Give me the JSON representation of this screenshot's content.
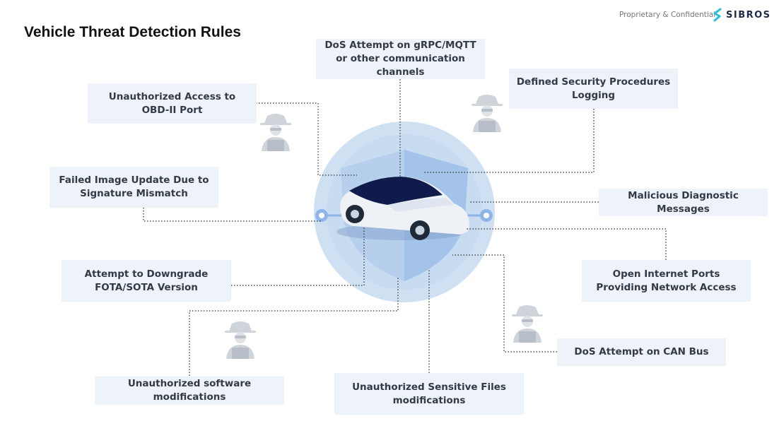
{
  "header": {
    "title": "Vehicle Threat Detection Rules",
    "confidential": "Proprietary & Confidential",
    "brand": "SIBROS"
  },
  "rules": [
    {
      "id": "dos-grpc-mqtt",
      "label": "DoS Attempt on gRPC/MQTT or other communication channels"
    },
    {
      "id": "defined-security-procedures",
      "label": "Defined Security Procedures Logging"
    },
    {
      "id": "unauthorized-obd-access",
      "label": "Unauthorized Access to OBD-II Port"
    },
    {
      "id": "failed-image-update",
      "label": "Failed Image Update Due to Signature Mismatch"
    },
    {
      "id": "malicious-diagnostic",
      "label": "Malicious Diagnostic Messages"
    },
    {
      "id": "downgrade-fota-sota",
      "label": "Attempt to Downgrade FOTA/SOTA Version"
    },
    {
      "id": "open-internet-ports",
      "label": "Open Internet Ports Providing Network Access"
    },
    {
      "id": "dos-can-bus",
      "label": "DoS Attempt on CAN Bus"
    },
    {
      "id": "unauthorized-software-mods",
      "label": "Unauthorized software modifications"
    },
    {
      "id": "unauthorized-sensitive-files",
      "label": "Unauthorized Sensitive Files modifications"
    }
  ],
  "icons": {
    "hacker": "hacker-icon",
    "car": "car-icon",
    "shield": "shield-icon",
    "brand": "sibros-logo-icon"
  },
  "colors": {
    "box_bg": "#eef3fa",
    "box_text": "#333a45",
    "circle": "#cfe0f3",
    "shield": "#a9c6ea",
    "connector": "#8fb4e8",
    "hacker": "#cfd4da",
    "brand": "#1c2b4a"
  }
}
